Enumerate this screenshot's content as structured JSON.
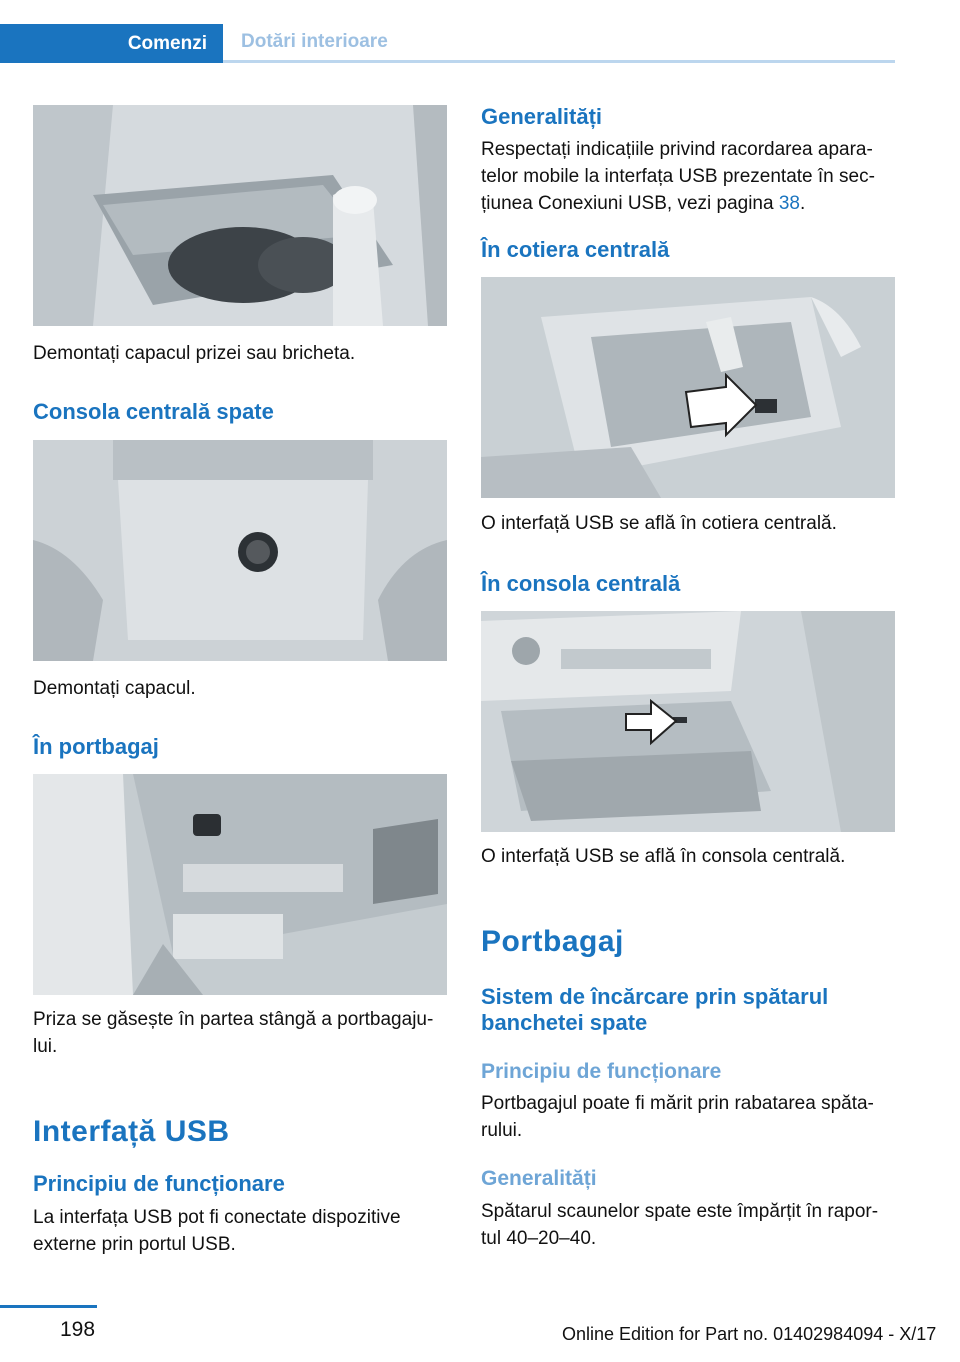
{
  "header": {
    "tab_active": "Comenzi",
    "tab_inactive": "Dotări interioare"
  },
  "left": {
    "caption1": "Demontați capacul prizei sau bricheta.",
    "heading_rear_console": "Consola centrală spate",
    "caption2": "Demontați capacul.",
    "heading_trunk": "În portbagaj",
    "caption3": "Priza se găsește în partea stângă a portbagaju-lui.",
    "caption3_line1": "Priza se găsește în partea stângă a portbagaju-",
    "caption3_line2": "lui.",
    "heading_usb": "Interfață USB",
    "heading_principle": "Principiu de funcționare",
    "usb_line1": "La interfața USB pot fi conectate dispozitive",
    "usb_line2": "externe prin portul USB."
  },
  "right": {
    "heading_general": "Generalități",
    "general_line1": "Respectați indicațiile privind racordarea apara-",
    "general_line2": "telor mobile la interfața USB prezentate în sec-",
    "general_line3_pre": "țiunea Conexiuni USB, vezi pagina ",
    "general_line3_link": "38",
    "general_line3_post": ".",
    "heading_armrest": "În cotiera centrală",
    "caption_armrest": "O interfață USB se află în cotiera centrală.",
    "heading_console": "În consola centrală",
    "caption_console": "O interfață USB se află în consola centrală.",
    "heading_trunk": "Portbagaj",
    "heading_loading": "Sistem de încărcare prin spătarul banchetei spate",
    "heading_loading_line1": "Sistem de încărcare prin spătarul",
    "heading_loading_line2": "banchetei spate",
    "heading_principle": "Principiu de funcționare",
    "principle_line1": "Portbagajul poate fi mărit prin rabatarea spăta-",
    "principle_line2": "rului.",
    "heading_general2": "Generalități",
    "general2_line1": "Spătarul scaunelor spate este împărțit în rapor-",
    "general2_line2": "tul 40–20–40."
  },
  "footer": {
    "page_number": "198",
    "edition": "Online Edition for Part no. 01402984094 - X/17"
  }
}
